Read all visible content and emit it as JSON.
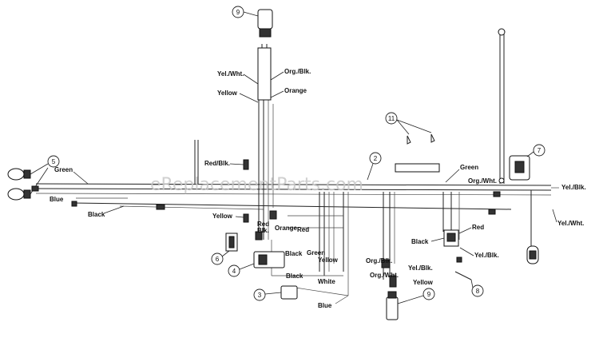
{
  "watermark": "eReplacementParts.com",
  "callouts": [
    "9",
    "11",
    "5",
    "7",
    "2",
    "6",
    "4",
    "3",
    "9",
    "8"
  ],
  "wire_labels": {
    "green_left": "Green",
    "blue_left": "Blue",
    "black_left": "Black",
    "yel_wht_top": "Yel./Wht.",
    "org_blk_top": "Org./Blk.",
    "yellow_top": "Yellow",
    "orange_top": "Orange",
    "red_blk": "Red/Blk.",
    "yellow_mid": "Yellow",
    "red_mid": "Red",
    "blk_mid": "Blk.",
    "orange_mid": "Orange",
    "green_mid": "Green",
    "black_mid": "Black",
    "yellow_low": "Yellow",
    "black_low": "Black",
    "white_low": "White",
    "blue_low": "Blue",
    "org_blk_low": "Org./Blk.",
    "org_wht_low": "Org./Wht.",
    "yel_blk_low": "Yel./Blk.",
    "yellow_right_low": "Yellow",
    "green_right": "Green",
    "org_wht_right": "Org./Wht.",
    "black_right": "Black",
    "red_right": "Red",
    "yel_blk_right": "Yel./Blk.",
    "yel_blk_far": "Yel./Blk.",
    "yel_wht_far": "Yel./Wht."
  }
}
